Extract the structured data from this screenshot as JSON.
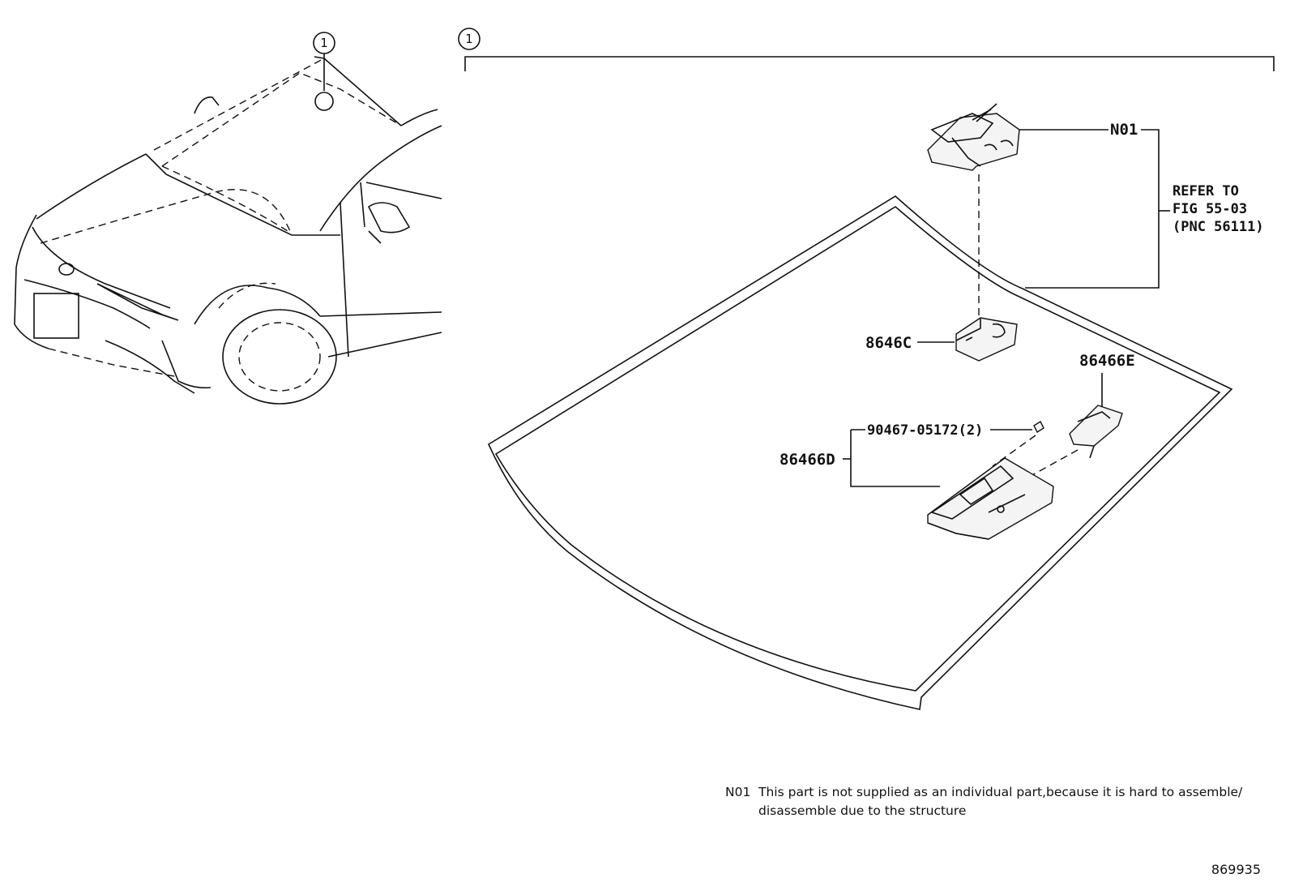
{
  "callouts": {
    "ref_marker": "1",
    "ref_marker_car": "1"
  },
  "labels": {
    "n01": "N01",
    "refer_to_line1": "REFER TO",
    "refer_to_line2": "FIG 55-03",
    "refer_to_line3": "(PNC 56111)",
    "part_8646c": "8646C",
    "part_86466e": "86466E",
    "part_90467": "90467-05172(2)",
    "part_86466d": "86466D"
  },
  "notes": {
    "n01_code": "N01",
    "n01_line1": "This part is not supplied as an individual part,because it is hard to assemble/",
    "n01_line2": "disassemble due to the structure"
  },
  "figure_number": "869935"
}
